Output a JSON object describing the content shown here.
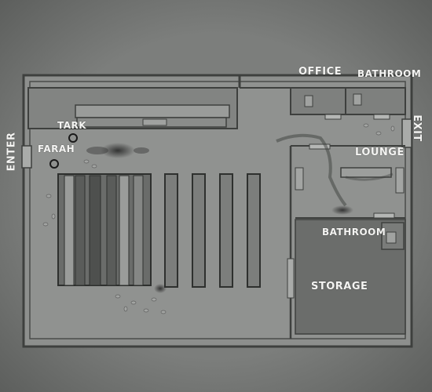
{
  "map": {
    "rooms": {
      "office": "OFFICE",
      "bathroom_top": "BATHROOM",
      "exit": "EXIT",
      "lounge": "LOUNGE",
      "bathroom_mid": "BATHROOM",
      "storage": "STORAGE",
      "enter": "ENTER"
    },
    "players": [
      {
        "name": "TARK",
        "marker_icon": "player-marker-icon"
      },
      {
        "name": "FARAH",
        "marker_icon": "player-marker-icon"
      }
    ],
    "colors": {
      "background": "#6e706e",
      "floor": "#8e908e",
      "wall": "#3e403e",
      "label": "#f4f4f2",
      "marker": "#1a1a1a"
    }
  }
}
